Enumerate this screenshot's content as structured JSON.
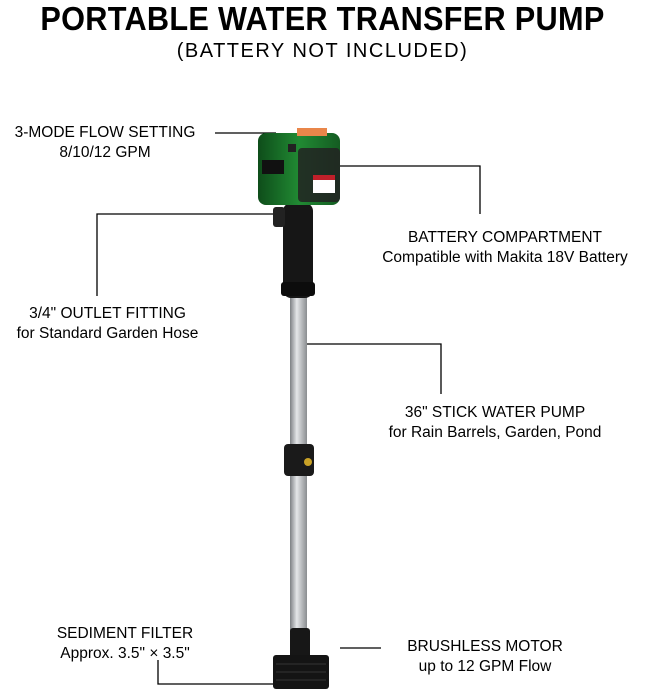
{
  "header": {
    "title": "PORTABLE WATER TRANSFER PUMP",
    "subtitle": "(BATTERY NOT INCLUDED)"
  },
  "callouts": {
    "flow": {
      "title": "3-MODE FLOW SETTING",
      "detail": "8/10/12 GPM"
    },
    "battery": {
      "title": "BATTERY COMPARTMENT",
      "detail": "Compatible with Makita 18V Battery"
    },
    "outlet": {
      "title": "3/4\" OUTLET FITTING",
      "detail": "for Standard Garden Hose"
    },
    "stick": {
      "title": "36\" STICK WATER PUMP",
      "detail": "for Rain Barrels, Garden, Pond"
    },
    "filter": {
      "title": "SEDIMENT FILTER",
      "detail": "Approx. 3.5\" × 3.5\""
    },
    "motor": {
      "title": "BRUSHLESS MOTOR",
      "detail": "up to 12 GPM Flow"
    }
  },
  "colors": {
    "housing": "#1f7a2e",
    "handle": "#151515",
    "tube": "#b9bcbf"
  }
}
